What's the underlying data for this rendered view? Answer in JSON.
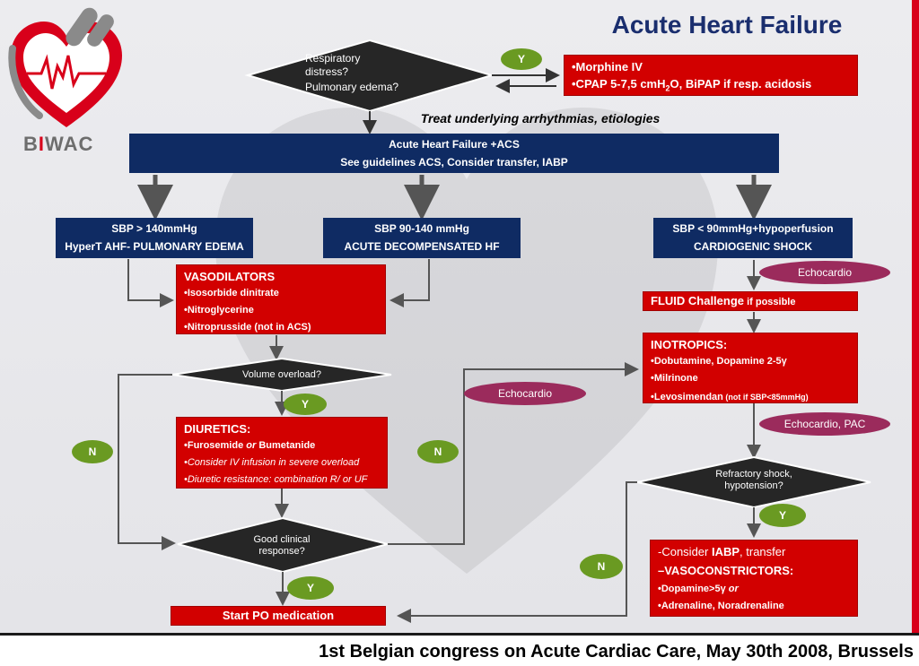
{
  "header": {
    "title": "Acute Heart Failure",
    "logo_text_pre": "B",
    "logo_text_i": "I",
    "logo_text_post": "WAC"
  },
  "top_diamond": {
    "line1": "Respiratory",
    "line2": "distress?",
    "line3": "Pulmonary edema?"
  },
  "top_yes": "Y",
  "morphine_box": {
    "item1": "•Morphine IV",
    "item2": "•CPAP 5-7,5 cmH",
    "item2_sub": "2",
    "item2_post": "O, BiPAP if resp. acidosis"
  },
  "treat_note": "Treat underlying arrhythmias, etiologies",
  "acs_box": {
    "line1": "Acute Heart Failure +ACS",
    "line2": "See guidelines ACS, Consider transfer, IABP"
  },
  "sbp_high": {
    "line1": "SBP > 140mmHg",
    "line2": "HyperT AHF- PULMONARY EDEMA"
  },
  "sbp_mid": {
    "line1": "SBP 90-140  mmHg",
    "line2": "ACUTE DECOMPENSATED HF"
  },
  "sbp_low": {
    "line1": "SBP < 90mmHg+hypoperfusion",
    "line2": "CARDIOGENIC SHOCK"
  },
  "vasodilators": {
    "title": "VASODILATORS",
    "items": [
      "•Isosorbide dinitrate",
      "•Nitroglycerine",
      "•Nitroprusside (not in ACS)"
    ]
  },
  "volume_diamond": "Volume overload?",
  "volume_yes": "Y",
  "diuretics": {
    "title": "DIURETICS:",
    "item1_pre": "•Furosemide ",
    "item1_or": "or",
    "item1_post": " Bumetanide",
    "item2": "•Consider IV infusion in severe overload",
    "item3": "•Diuretic resistance: combination R/ or UF"
  },
  "left_no": "N",
  "mid_no": "N",
  "echo_mid": "Echocardio",
  "response_diamond": {
    "line1": "Good clinical",
    "line2": "response?"
  },
  "response_yes": "Y",
  "start_po": "Start PO medication",
  "echo_right": "Echocardio",
  "fluid": {
    "title": "FLUID Challenge",
    "suffix": " if possible"
  },
  "inotropics": {
    "title": "INOTROPICS:",
    "item1": "•Dobutamine, Dopamine 2-5γ",
    "item2": "•Milrinone",
    "item3_pre": "•Levosimendan",
    "item3_post": " (not if SBP<85mmHg)"
  },
  "echo_pac": "Echocardio, PAC",
  "shock_diamond": {
    "line1": "Refractory shock,",
    "line2": "hypotension?"
  },
  "shock_yes": "Y",
  "shock_no": "N",
  "iabp_box": {
    "line1_pre": "-Consider ",
    "line1_bold": "IABP",
    "line1_post": ", transfer",
    "line2": "–VASOCONSTRICTORS:",
    "line3_pre": "•Dopamine>5γ ",
    "line3_or": "or",
    "line4": "•Adrenaline, Noradrenaline"
  },
  "footer": "1st Belgian congress on Acute Cardiac Care, May 30th 2008, Brussels",
  "colors": {
    "navy": "#0f2b63",
    "red": "#d20000",
    "green": "#6a9a22",
    "purple": "#9b2b5c",
    "diamond": "#262626"
  }
}
